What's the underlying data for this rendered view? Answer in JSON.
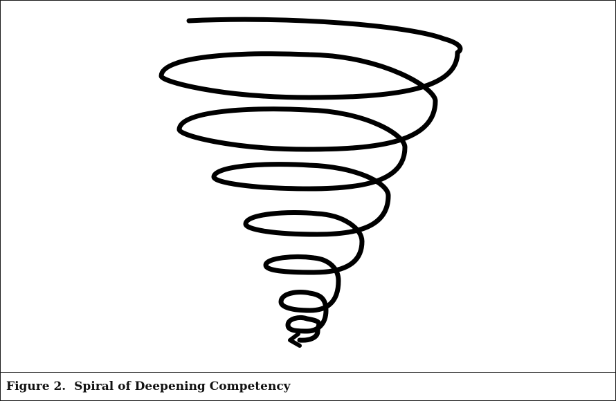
{
  "figure": {
    "label": "Figure 2.",
    "title": "Spiral of Deepening Competency"
  },
  "diagram": {
    "type": "descending spiral",
    "loops": 7,
    "direction": "top-to-bottom, narrowing",
    "end_marker": "arrowhead",
    "stroke_color": "#000000"
  }
}
